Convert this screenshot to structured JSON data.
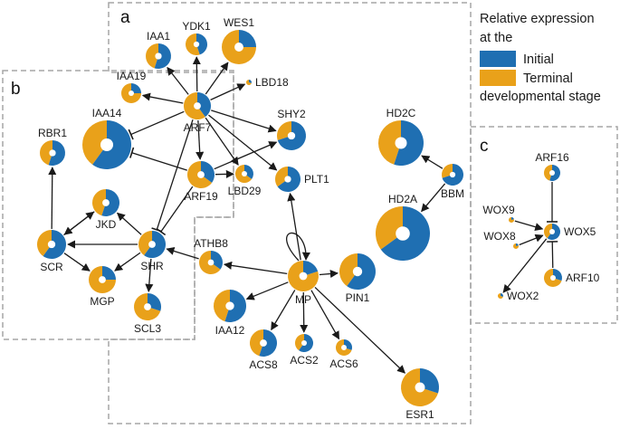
{
  "panels": [
    {
      "id": "a",
      "label": "a"
    },
    {
      "id": "b",
      "label": "b"
    },
    {
      "id": "c",
      "label": "c"
    }
  ],
  "legend": {
    "title_lines": [
      "Relative expression",
      "at the"
    ],
    "initial_label": "Initial",
    "terminal_label": "Terminal",
    "terminal_suffix": "developmental stage"
  },
  "colors": {
    "initial": "#1f6fb2",
    "terminal": "#e9a11a",
    "edge": "#1a1a1a",
    "box": "#a6a6a6"
  },
  "nodes": [
    {
      "id": "IAA1",
      "label": "IAA1",
      "initial_fraction": 0.55
    },
    {
      "id": "YDK1",
      "label": "YDK1",
      "initial_fraction": 0.45
    },
    {
      "id": "WES1",
      "label": "WES1",
      "initial_fraction": 0.25
    },
    {
      "id": "IAA19",
      "label": "IAA19",
      "initial_fraction": 0.25
    },
    {
      "id": "LBD18",
      "label": "LBD18",
      "initial_fraction": 0.3
    },
    {
      "id": "ARF7",
      "label": "ARF7",
      "initial_fraction": 0.4
    },
    {
      "id": "IAA14",
      "label": "IAA14",
      "initial_fraction": 0.6
    },
    {
      "id": "SHY2",
      "label": "SHY2",
      "initial_fraction": 0.7
    },
    {
      "id": "RBR1",
      "label": "RBR1",
      "initial_fraction": 0.55
    },
    {
      "id": "ARF19",
      "label": "ARF19",
      "initial_fraction": 0.35
    },
    {
      "id": "LBD29",
      "label": "LBD29",
      "initial_fraction": 0.35
    },
    {
      "id": "PLT1",
      "label": "PLT1",
      "initial_fraction": 0.65
    },
    {
      "id": "HD2C",
      "label": "HD2C",
      "initial_fraction": 0.55
    },
    {
      "id": "BBM",
      "label": "BBM",
      "initial_fraction": 0.7
    },
    {
      "id": "HD2A",
      "label": "HD2A",
      "initial_fraction": 0.65
    },
    {
      "id": "JKD",
      "label": "JKD",
      "initial_fraction": 0.55
    },
    {
      "id": "SCR",
      "label": "SCR",
      "initial_fraction": 0.6
    },
    {
      "id": "SHR",
      "label": "SHR",
      "initial_fraction": 0.6
    },
    {
      "id": "ATHB8",
      "label": "ATHB8",
      "initial_fraction": 0.35
    },
    {
      "id": "MGP",
      "label": "MGP",
      "initial_fraction": 0.25
    },
    {
      "id": "SCL3",
      "label": "SCL3",
      "initial_fraction": 0.3
    },
    {
      "id": "MP",
      "label": "MP",
      "initial_fraction": 0.2
    },
    {
      "id": "PIN1",
      "label": "PIN1",
      "initial_fraction": 0.6
    },
    {
      "id": "IAA12",
      "label": "IAA12",
      "initial_fraction": 0.55
    },
    {
      "id": "ACS8",
      "label": "ACS8",
      "initial_fraction": 0.55
    },
    {
      "id": "ACS2",
      "label": "ACS2",
      "initial_fraction": 0.6
    },
    {
      "id": "ACS6",
      "label": "ACS6",
      "initial_fraction": 0.3
    },
    {
      "id": "ESR1",
      "label": "ESR1",
      "initial_fraction": 0.3
    },
    {
      "id": "ARF16",
      "label": "ARF16",
      "initial_fraction": 0.55
    },
    {
      "id": "WOX9",
      "label": "WOX9",
      "initial_fraction": 0.2
    },
    {
      "id": "WOX5",
      "label": "WOX5",
      "initial_fraction": 0.6
    },
    {
      "id": "WOX8",
      "label": "WOX8",
      "initial_fraction": 0.2
    },
    {
      "id": "ARF10",
      "label": "ARF10",
      "initial_fraction": 0.3
    },
    {
      "id": "WOX2",
      "label": "WOX2",
      "initial_fraction": 0.3
    }
  ],
  "edges": [
    {
      "from": "ARF7",
      "to": "IAA1",
      "type": "activation"
    },
    {
      "from": "ARF7",
      "to": "YDK1",
      "type": "activation"
    },
    {
      "from": "ARF7",
      "to": "WES1",
      "type": "activation"
    },
    {
      "from": "ARF7",
      "to": "IAA19",
      "type": "activation"
    },
    {
      "from": "ARF7",
      "to": "LBD18",
      "type": "activation"
    },
    {
      "from": "ARF7",
      "to": "SHY2",
      "type": "activation"
    },
    {
      "from": "ARF7",
      "to": "LBD29",
      "type": "activation"
    },
    {
      "from": "ARF7",
      "to": "PLT1",
      "type": "activation"
    },
    {
      "from": "ARF7",
      "to": "ARF19",
      "type": "activation"
    },
    {
      "from": "ARF7",
      "to": "IAA14",
      "type": "repression"
    },
    {
      "from": "ARF7",
      "to": "SHR",
      "type": "repression"
    },
    {
      "from": "ARF19",
      "to": "IAA14",
      "type": "repression"
    },
    {
      "from": "ARF19",
      "to": "SHY2",
      "type": "activation"
    },
    {
      "from": "ARF19",
      "to": "LBD29",
      "type": "activation"
    },
    {
      "from": "ARF19",
      "to": "SHR",
      "type": "repression"
    },
    {
      "from": "BBM",
      "to": "HD2C",
      "type": "activation"
    },
    {
      "from": "BBM",
      "to": "HD2A",
      "type": "activation"
    },
    {
      "from": "SCR",
      "to": "RBR1",
      "type": "activation"
    },
    {
      "from": "SCR",
      "to": "JKD",
      "type": "activation"
    },
    {
      "from": "SCR",
      "to": "MGP",
      "type": "activation"
    },
    {
      "from": "SHR",
      "to": "SCR",
      "type": "activation"
    },
    {
      "from": "SHR",
      "to": "JKD",
      "type": "activation"
    },
    {
      "from": "SHR",
      "to": "MGP",
      "type": "activation"
    },
    {
      "from": "SHR",
      "to": "SCL3",
      "type": "activation"
    },
    {
      "from": "JKD",
      "to": "SCR",
      "type": "activation"
    },
    {
      "from": "ATHB8",
      "to": "SHR",
      "type": "activation"
    },
    {
      "from": "MP",
      "to": "ATHB8",
      "type": "activation"
    },
    {
      "from": "MP",
      "to": "PLT1",
      "type": "activation"
    },
    {
      "from": "MP",
      "to": "PIN1",
      "type": "activation"
    },
    {
      "from": "MP",
      "to": "IAA12",
      "type": "activation"
    },
    {
      "from": "MP",
      "to": "ACS8",
      "type": "activation"
    },
    {
      "from": "MP",
      "to": "ACS2",
      "type": "activation"
    },
    {
      "from": "MP",
      "to": "ACS6",
      "type": "activation"
    },
    {
      "from": "MP",
      "to": "ESR1",
      "type": "activation"
    },
    {
      "from": "MP",
      "to": "MP",
      "type": "activation"
    },
    {
      "from": "ARF16",
      "to": "WOX5",
      "type": "repression"
    },
    {
      "from": "ARF10",
      "to": "WOX5",
      "type": "repression"
    },
    {
      "from": "WOX9",
      "to": "WOX5",
      "type": "activation"
    },
    {
      "from": "WOX8",
      "to": "WOX5",
      "type": "activation"
    },
    {
      "from": "WOX5",
      "to": "WOX2",
      "type": "activation"
    }
  ]
}
